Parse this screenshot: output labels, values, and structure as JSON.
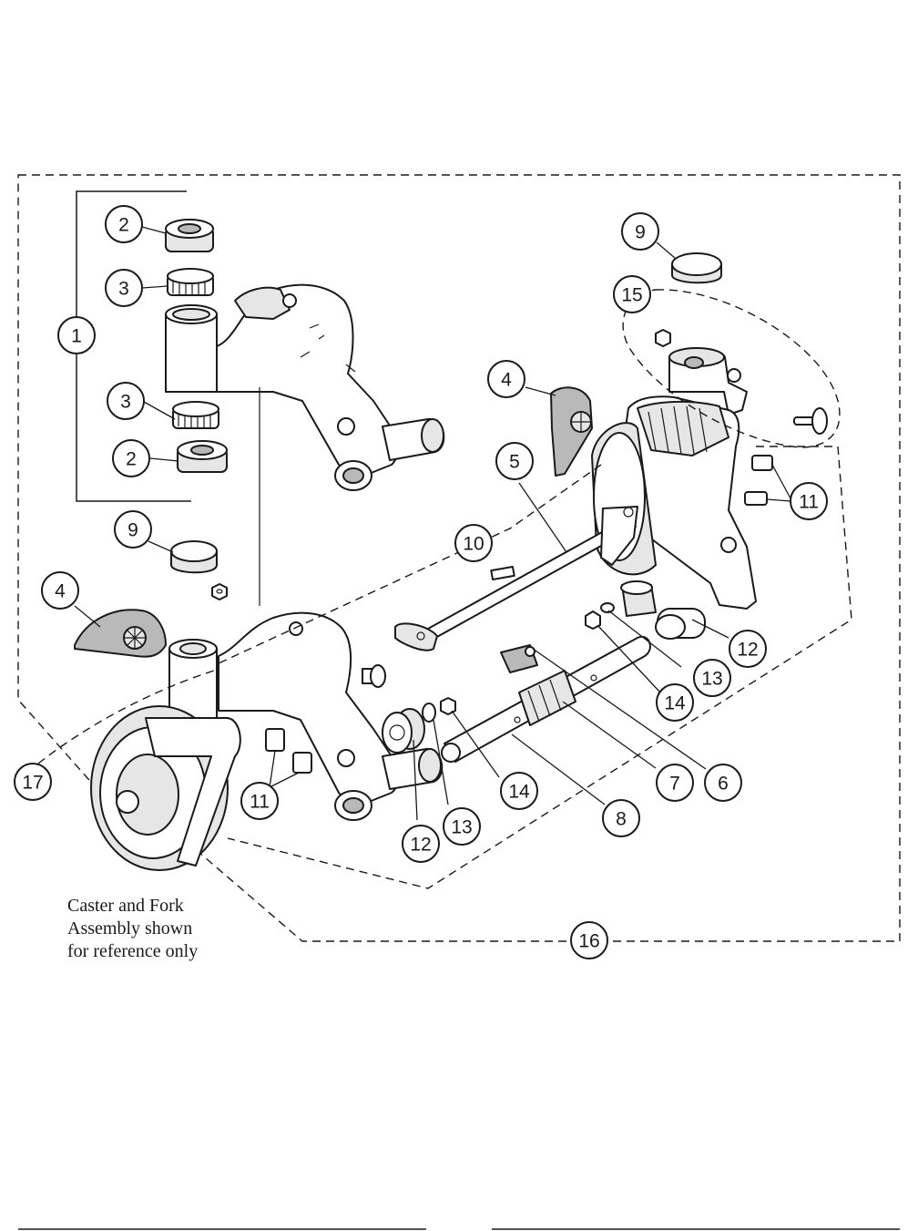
{
  "callouts": [
    {
      "id": "c2a",
      "label": "2"
    },
    {
      "id": "c3a",
      "label": "3"
    },
    {
      "id": "c1",
      "label": "1"
    },
    {
      "id": "c3b",
      "label": "3"
    },
    {
      "id": "c2b",
      "label": "2"
    },
    {
      "id": "c9a",
      "label": "9"
    },
    {
      "id": "c4a",
      "label": "4"
    },
    {
      "id": "c9b",
      "label": "9"
    },
    {
      "id": "c15",
      "label": "15"
    },
    {
      "id": "c4b",
      "label": "4"
    },
    {
      "id": "c5",
      "label": "5"
    },
    {
      "id": "c11a",
      "label": "11"
    },
    {
      "id": "c10",
      "label": "10"
    },
    {
      "id": "c12a",
      "label": "12"
    },
    {
      "id": "c13a",
      "label": "13"
    },
    {
      "id": "c14a",
      "label": "14"
    },
    {
      "id": "c17",
      "label": "17"
    },
    {
      "id": "c11b",
      "label": "11"
    },
    {
      "id": "c12b",
      "label": "12"
    },
    {
      "id": "c13b",
      "label": "13"
    },
    {
      "id": "c14b",
      "label": "14"
    },
    {
      "id": "c8",
      "label": "8"
    },
    {
      "id": "c7",
      "label": "7"
    },
    {
      "id": "c6",
      "label": "6"
    },
    {
      "id": "c16",
      "label": "16"
    }
  ],
  "note": {
    "line1": "Caster and Fork",
    "line2": "Assembly shown",
    "line3": "for reference only"
  }
}
